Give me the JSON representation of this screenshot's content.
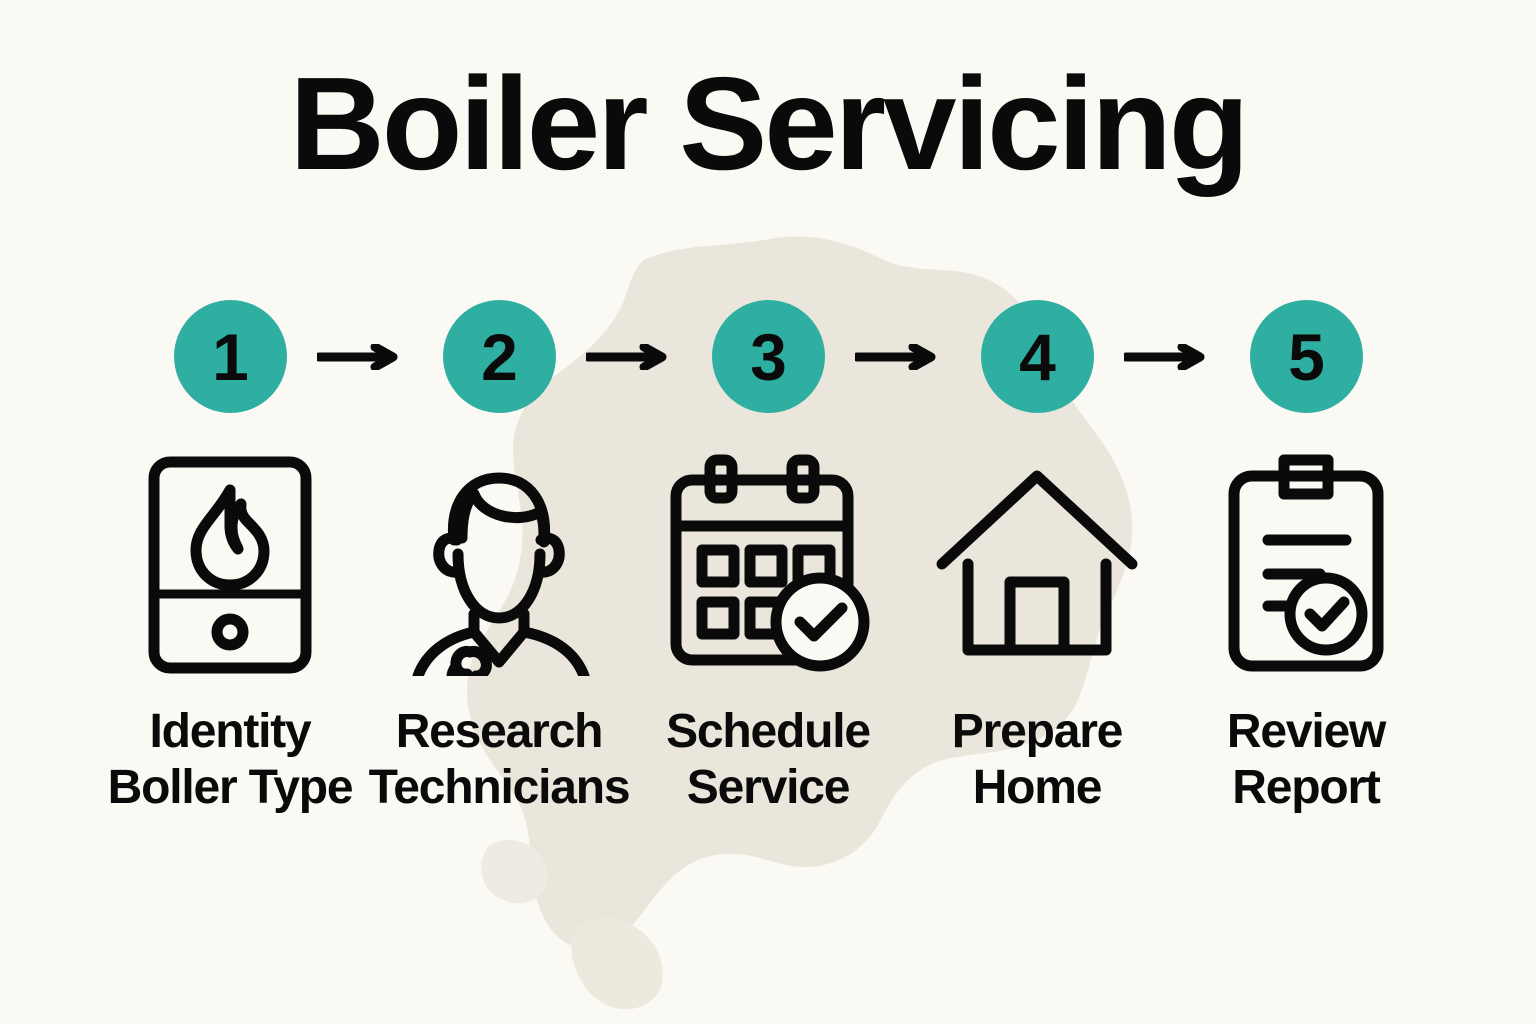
{
  "page": {
    "title": "Boiler Servicing",
    "background_color": "#FBF9F3",
    "accent_color": "#2FAFA2",
    "ink_color": "#0A0A0A",
    "watermark_color": "#EBE6DB",
    "watermark_name": "map-silhouette"
  },
  "steps": [
    {
      "number": "1",
      "icon": "boiler-flame-icon",
      "label": "Identity\nBoller Type",
      "arrow_after": true,
      "arrow_name": "arrow-right-1-to-2"
    },
    {
      "number": "2",
      "icon": "technician-wrench-icon",
      "label": "Research\nTechnicians",
      "arrow_after": true,
      "arrow_name": "arrow-right-2-to-3"
    },
    {
      "number": "3",
      "icon": "calendar-check-icon",
      "label": "Schedule\nService",
      "arrow_after": true,
      "arrow_name": "arrow-right-3-to-4"
    },
    {
      "number": "4",
      "icon": "house-icon",
      "label": "Prepare\nHome",
      "arrow_after": true,
      "arrow_name": "arrow-right-4-to-5"
    },
    {
      "number": "5",
      "icon": "clipboard-check-icon",
      "label": "Review\nReport",
      "arrow_after": false,
      "arrow_name": ""
    }
  ]
}
